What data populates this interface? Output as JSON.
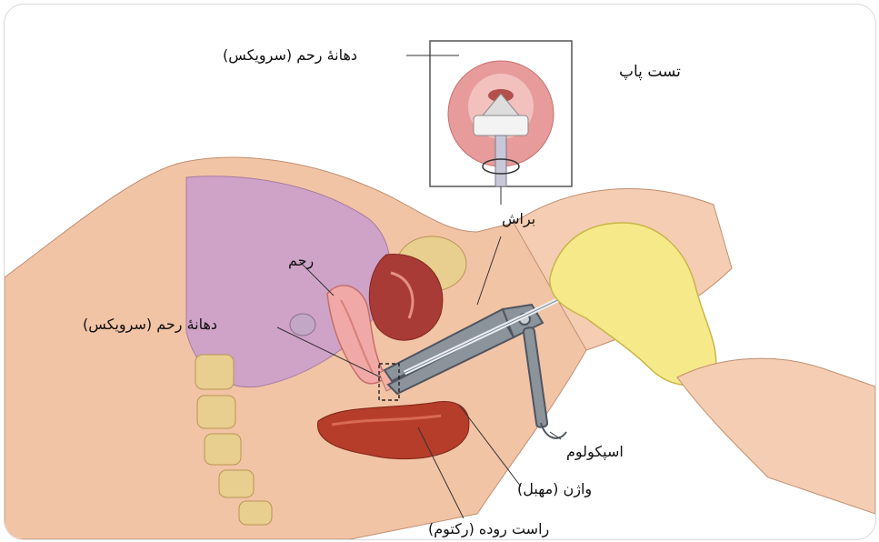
{
  "figure": {
    "title": "تست پاپ",
    "labels": {
      "cervix_inset": "دهانهٔ رحم (سرویکس)",
      "brush": "براش",
      "uterus": "رحم",
      "cervix": "دهانهٔ رحم (سرویکس)",
      "speculum": "اسپکولوم",
      "vagina": "واژن (مهبل)",
      "rectum": "راست روده (رکتوم)"
    }
  },
  "colors": {
    "skin": "#f2c4a6",
    "peritoneum": "#cfa3c8",
    "uterus": "#f0a9a6",
    "rectum": "#b53d2a",
    "bone": "#e9cf8f",
    "glove": "#f6e98a",
    "speculum": "#7d848c"
  }
}
